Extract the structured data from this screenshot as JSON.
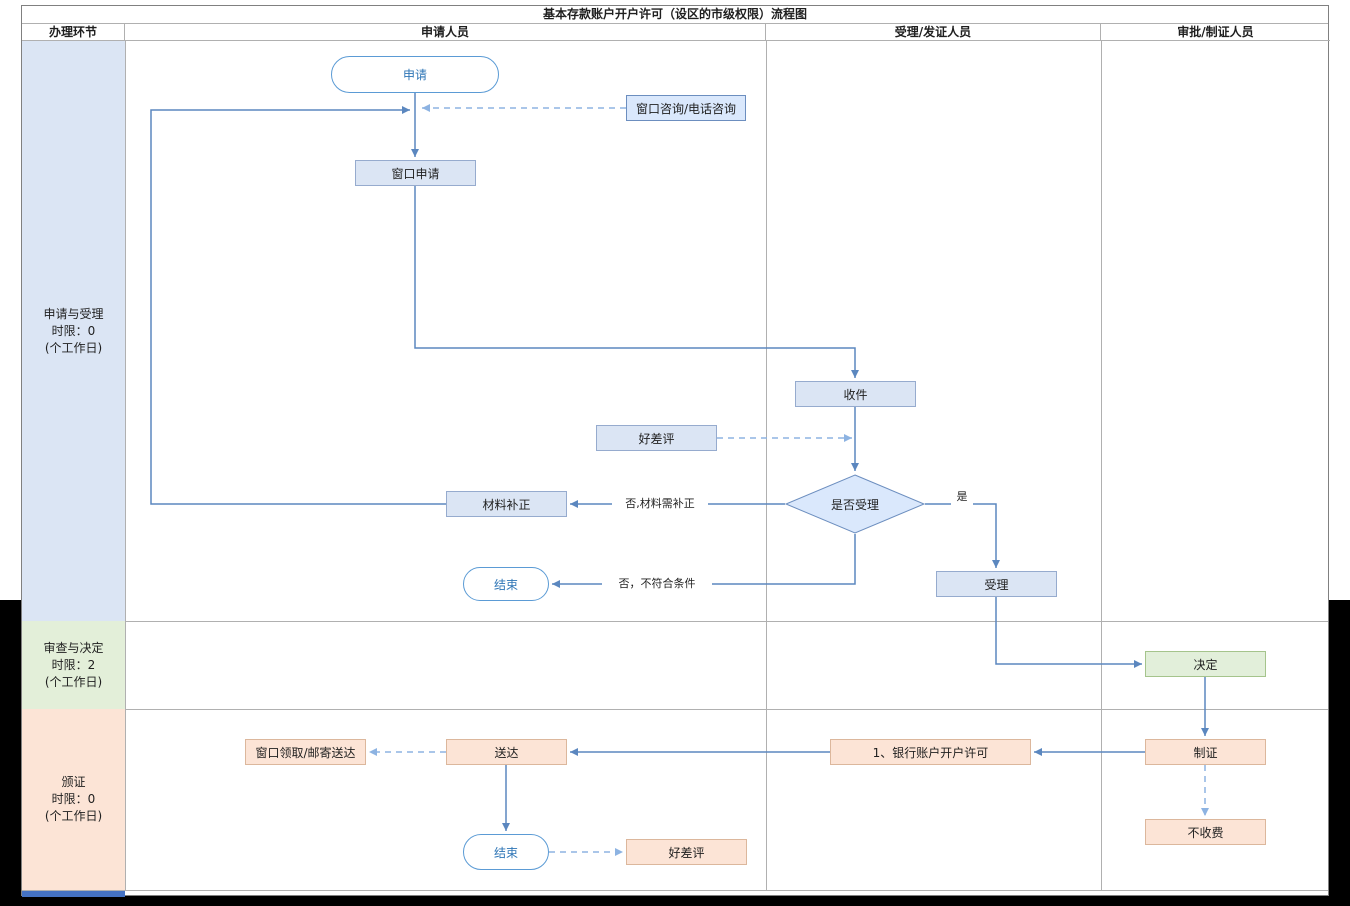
{
  "title": "基本存款账户开户许可（设区的市级权限）流程图",
  "columns": [
    "办理环节",
    "申请人员",
    "受理/发证人员",
    "审批/制证人员"
  ],
  "lanes": [
    {
      "name": "申请与受理",
      "line2": "时限：0",
      "line3": "(个工作日)"
    },
    {
      "name": "审查与决定",
      "line2": "时限：2",
      "line3": "(个工作日)"
    },
    {
      "name": "颁证",
      "line2": "时限：0",
      "line3": "(个工作日)"
    }
  ],
  "nodes": {
    "apply_start": "申请",
    "consult_note": "窗口咨询/电话咨询",
    "window_apply": "窗口申请",
    "receive": "收件",
    "rating1": "好差评",
    "accept_decision": "是否受理",
    "material_fix": "材料补正",
    "end1": "结束",
    "accept": "受理",
    "decide": "决定",
    "make_cert": "制证",
    "permit_doc": "1、银行账户开户许可",
    "deliver": "送达",
    "pickup_note": "窗口领取/邮寄送达",
    "end2": "结束",
    "rating2": "好差评",
    "no_fee": "不收费"
  },
  "edge_labels": {
    "no_fix": "否,材料需补正",
    "no_reject": "否，不符合条件",
    "yes": "是"
  },
  "colors": {
    "blue_fill": "#dbe5f4",
    "blue_border": "#96abce",
    "diamond_fill": "#dae8fc",
    "diamond_border": "#6c8ebf",
    "green_fill": "#e2efda",
    "green_border": "#a5c48c",
    "orange_fill": "#fce4d6",
    "orange_border": "#dcb79c",
    "line_blue": "#5b87bf",
    "dashed_blue": "#8db3e2",
    "stadium_border": "#5b9bd5",
    "stadium_text": "#2e75b6",
    "lane1_fill": "#dbe5f4",
    "lane2_fill": "#e3efd9",
    "lane3_fill": "#fce4d6",
    "bottom_strip": "#4472c4",
    "grid_line": "#b0b0b0"
  }
}
